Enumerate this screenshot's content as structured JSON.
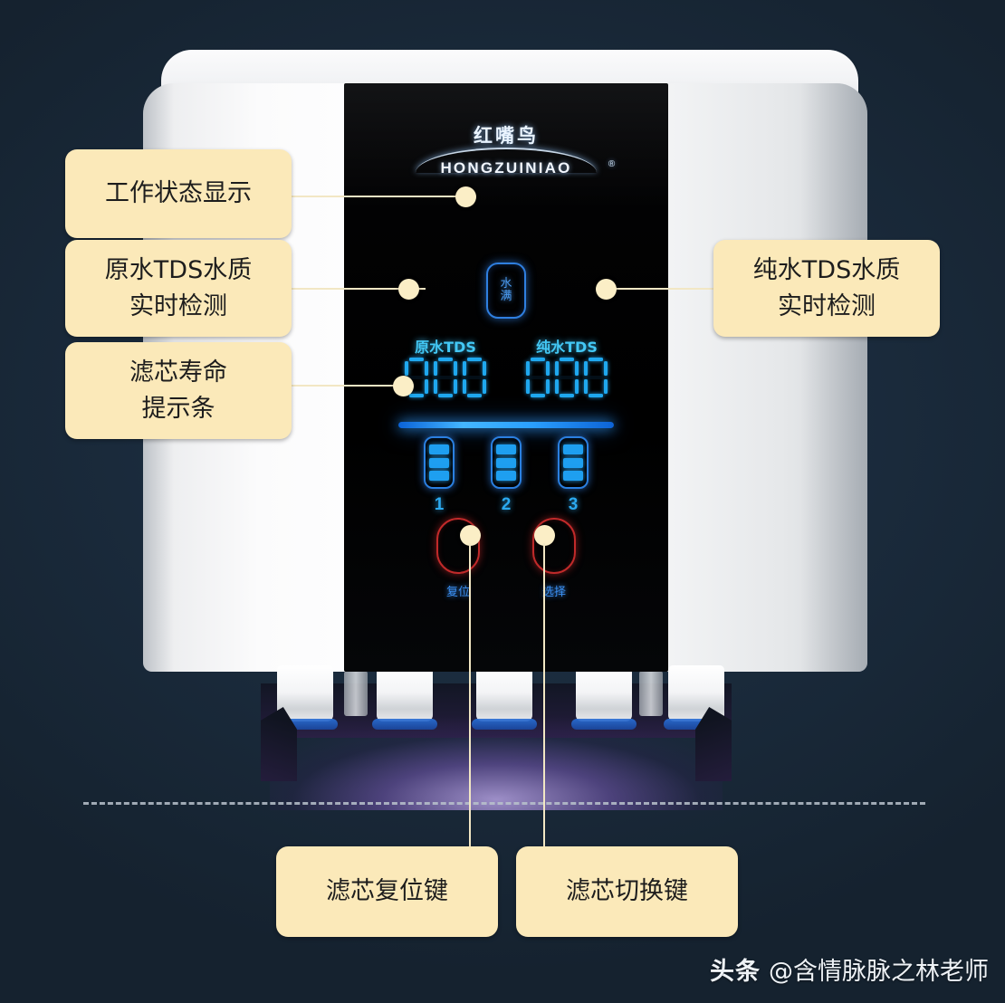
{
  "colors": {
    "background": "#1b2c3e",
    "callout_bg": "#fbe9b9",
    "callout_text": "#1d1d1d",
    "lead_line": "#f2e7c4",
    "panel_bg": "#000000",
    "led_blue": "#1fa8ef",
    "label_cyan": "#43c8f5",
    "button_red": "#c12a2a",
    "machine_white": "#ffffff",
    "cartridge_purple": "#7858b4"
  },
  "panel": {
    "logo": {
      "chinese": "红嘴鸟",
      "registered": "®",
      "english": "HONGZUINIAO"
    },
    "status_indicator": {
      "name": "water-full-indicator",
      "char_top": "水",
      "char_bottom": "满"
    },
    "tds": [
      {
        "label": "原水TDS",
        "value": "000",
        "name": "raw-water-tds"
      },
      {
        "label": "纯水TDS",
        "value": "000",
        "name": "pure-water-tds"
      }
    ],
    "filter_bars": [
      {
        "number": "1",
        "segments_lit": 3,
        "segments_total": 3
      },
      {
        "number": "2",
        "segments_lit": 3,
        "segments_total": 3
      },
      {
        "number": "3",
        "segments_lit": 3,
        "segments_total": 3
      }
    ],
    "buttons": [
      {
        "label": "复位",
        "name": "reset-button"
      },
      {
        "label": "选择",
        "name": "select-button"
      }
    ]
  },
  "callouts": {
    "work_status": "工作状态显示",
    "raw_tds": "原水TDS水质\n实时检测",
    "raw_tds_line1": "原水TDS水质",
    "raw_tds_line2": "实时检测",
    "filter_life": "滤芯寿命\n提示条",
    "filter_life_line1": "滤芯寿命",
    "filter_life_line2": "提示条",
    "pure_tds_line1": "纯水TDS水质",
    "pure_tds_line2": "实时检测",
    "reset_key": "滤芯复位键",
    "switch_key": "滤芯切换键"
  },
  "watermark": {
    "brand": "头条",
    "handle": "@含情脉脉之林老师"
  }
}
